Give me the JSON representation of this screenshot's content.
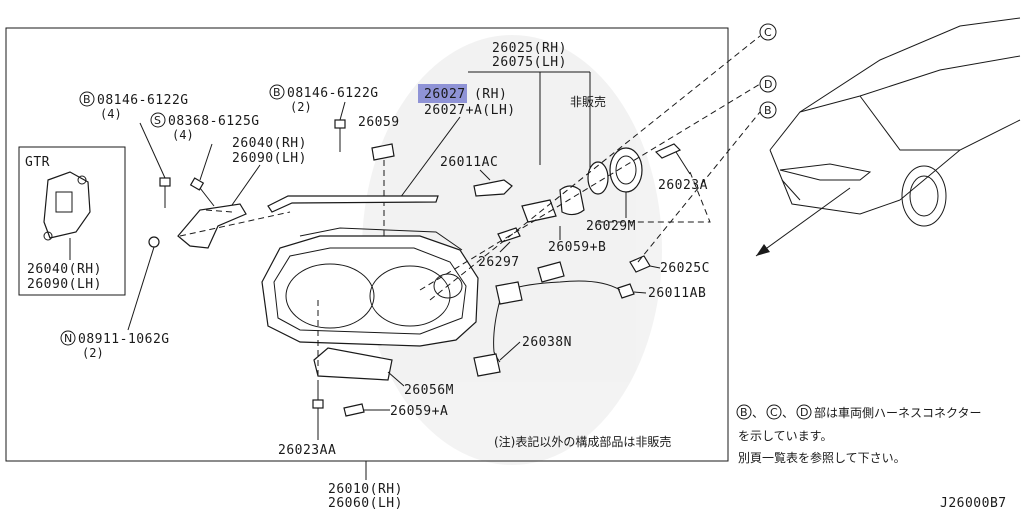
{
  "labels": {
    "p26025": "26025(RH)",
    "p26075": "26075(LH)",
    "p26027": "26027  (RH)",
    "p26027a": "26027+A(LH)",
    "not_sold": "非販売",
    "p08146_a": "08146-6122G",
    "p08146_a_qty": "(4)",
    "p08368": "08368-6125G",
    "p08368_qty": "(4)",
    "p08146_b": "08146-6122G",
    "p08146_b_qty": "(2)",
    "p26059": "26059",
    "p26040": "26040(RH)",
    "p26090": "26090(LH)",
    "gtr_title": "GTR",
    "gtr_26040": "26040(RH)",
    "gtr_26090": "26090(LH)",
    "p26011ac": "26011AC",
    "p26023a": "26023A",
    "p26029m": "26029M",
    "p26059b": "26059+B",
    "p26297": "26297",
    "p26025c": "26025C",
    "p26011ab": "26011AB",
    "p26038n": "26038N",
    "p08911": "08911-1062G",
    "p08911_qty": "(2)",
    "p26056m": "26056M",
    "p26059a": "26059+A",
    "p26023aa": "26023AA",
    "p26010": "26010(RH)",
    "p26060": "26060(LH)",
    "note": "(注)表記以外の構成部品は非販売",
    "conn_note_1": "部は車両側ハーネスコネクター",
    "conn_note_2": "を示しています。",
    "conn_note_3": "別頁一覧表を参照して下さい。",
    "diagram_id": "J26000B7",
    "sep": "、"
  },
  "markers": {
    "B": "B",
    "C": "C",
    "D": "D",
    "S": "S",
    "N": "N"
  },
  "colors": {
    "highlight": "#8f93d6"
  }
}
